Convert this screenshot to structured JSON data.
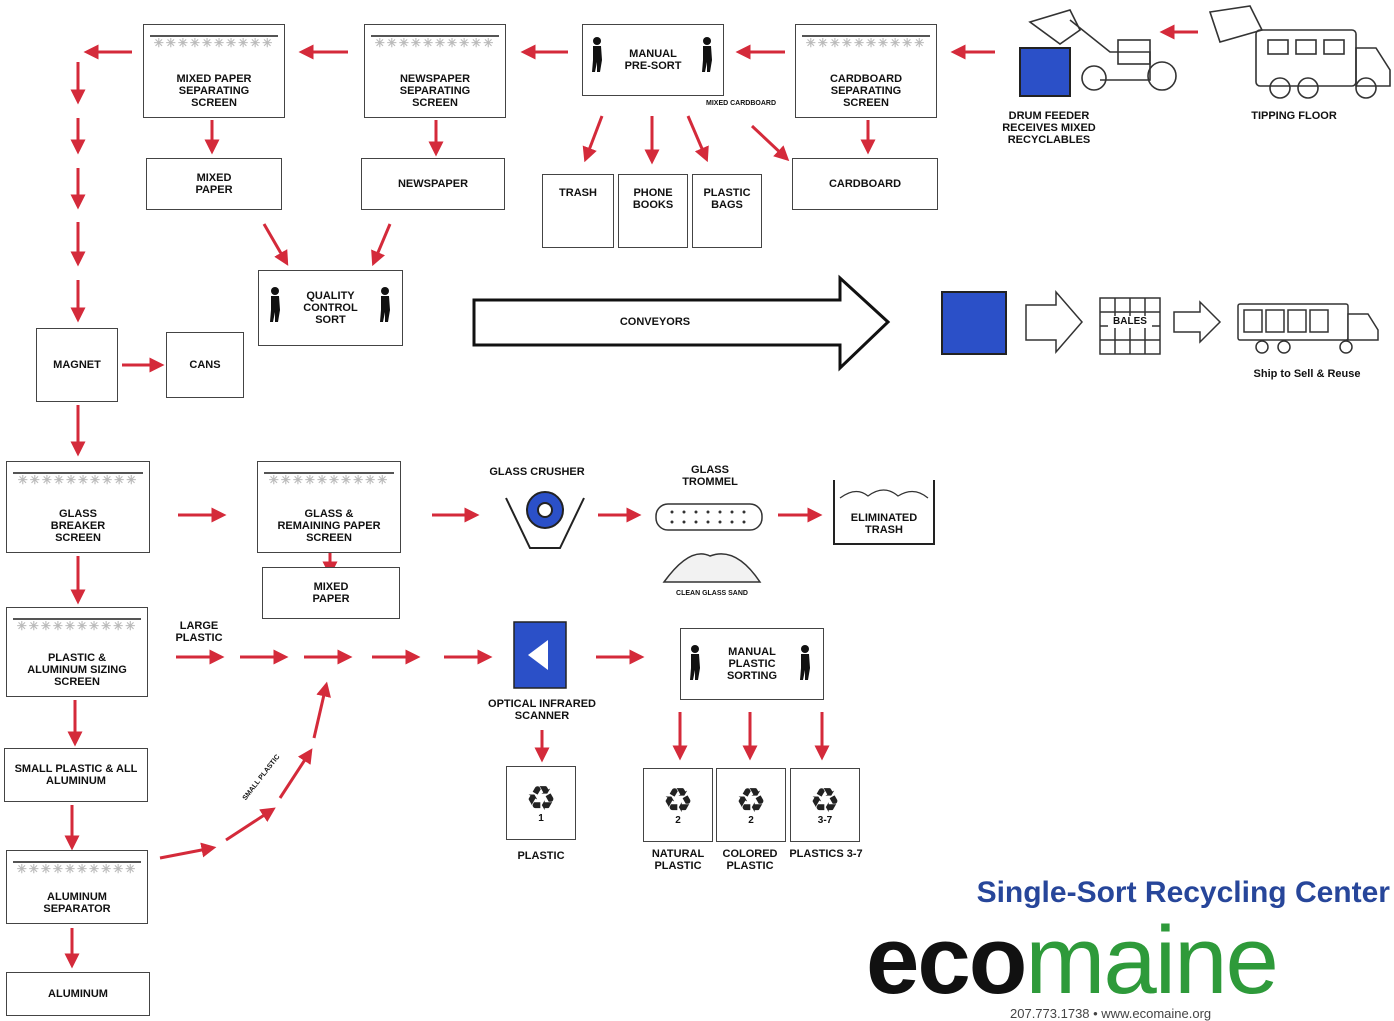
{
  "nodes": {
    "mixed_paper_screen": "MIXED PAPER SEPARATING SCREEN",
    "newspaper_screen": "NEWSPAPER SEPARATING SCREEN",
    "manual_presort": "MANUAL PRE-SORT",
    "cardboard_screen": "CARDBOARD SEPARATING SCREEN",
    "drum_feeder": "DRUM FEEDER RECEIVES MIXED RECYCLABLES",
    "tipping_floor": "TIPPING FLOOR",
    "mixed_cardboard": "MIXED CARDBOARD",
    "mixed_paper_out": "MIXED PAPER",
    "newspaper_out": "NEWSPAPER",
    "trash": "TRASH",
    "phone_books": "PHONE BOOKS",
    "plastic_bags": "PLASTIC BAGS",
    "cardboard_out": "CARDBOARD",
    "quality_control": "QUALITY CONTROL SORT",
    "conveyors": "CONVEYORS",
    "bales": "BALES",
    "ship": "Ship to Sell & Reuse",
    "magnet": "MAGNET",
    "cans": "CANS",
    "glass_breaker": "GLASS BREAKER SCREEN",
    "glass_remaining": "GLASS & REMAINING PAPER SCREEN",
    "mixed_paper_2": "MIXED PAPER",
    "glass_crusher": "GLASS CRUSHER",
    "glass_trommel": "GLASS TROMMEL",
    "clean_glass_sand": "CLEAN GLASS SAND",
    "eliminated_trash": "ELIMINATED TRASH",
    "plastic_aluminum_screen": "PLASTIC & ALUMINUM SIZING SCREEN",
    "large_plastic": "LARGE PLASTIC",
    "small_plastic": "SMALL PLASTIC",
    "optical_scanner": "OPTICAL INFRARED SCANNER",
    "manual_plastic_sorting": "MANUAL PLASTIC SORTING",
    "small_plastic_aluminum": "SMALL PLASTIC & ALL ALUMINUM",
    "aluminum_separator": "ALUMINUM SEPARATOR",
    "aluminum": "ALUMINUM",
    "plastic_1": "PLASTIC",
    "natural_plastic": "NATURAL PLASTIC",
    "colored_plastic": "COLORED PLASTIC",
    "plastics_3_7": "PLASTICS 3-7"
  },
  "recycle_codes": [
    "1",
    "2",
    "2",
    "3-7"
  ],
  "brand": {
    "title": "Single-Sort Recycling Center",
    "logo_eco": "eco",
    "logo_maine": "maine",
    "contact": "207.773.1738 • www.ecomaine.org"
  },
  "colors": {
    "arrow": "#d42a3a",
    "feeder": "#2b50c8",
    "title": "#27469a",
    "logo_green": "#2e9a3a"
  }
}
